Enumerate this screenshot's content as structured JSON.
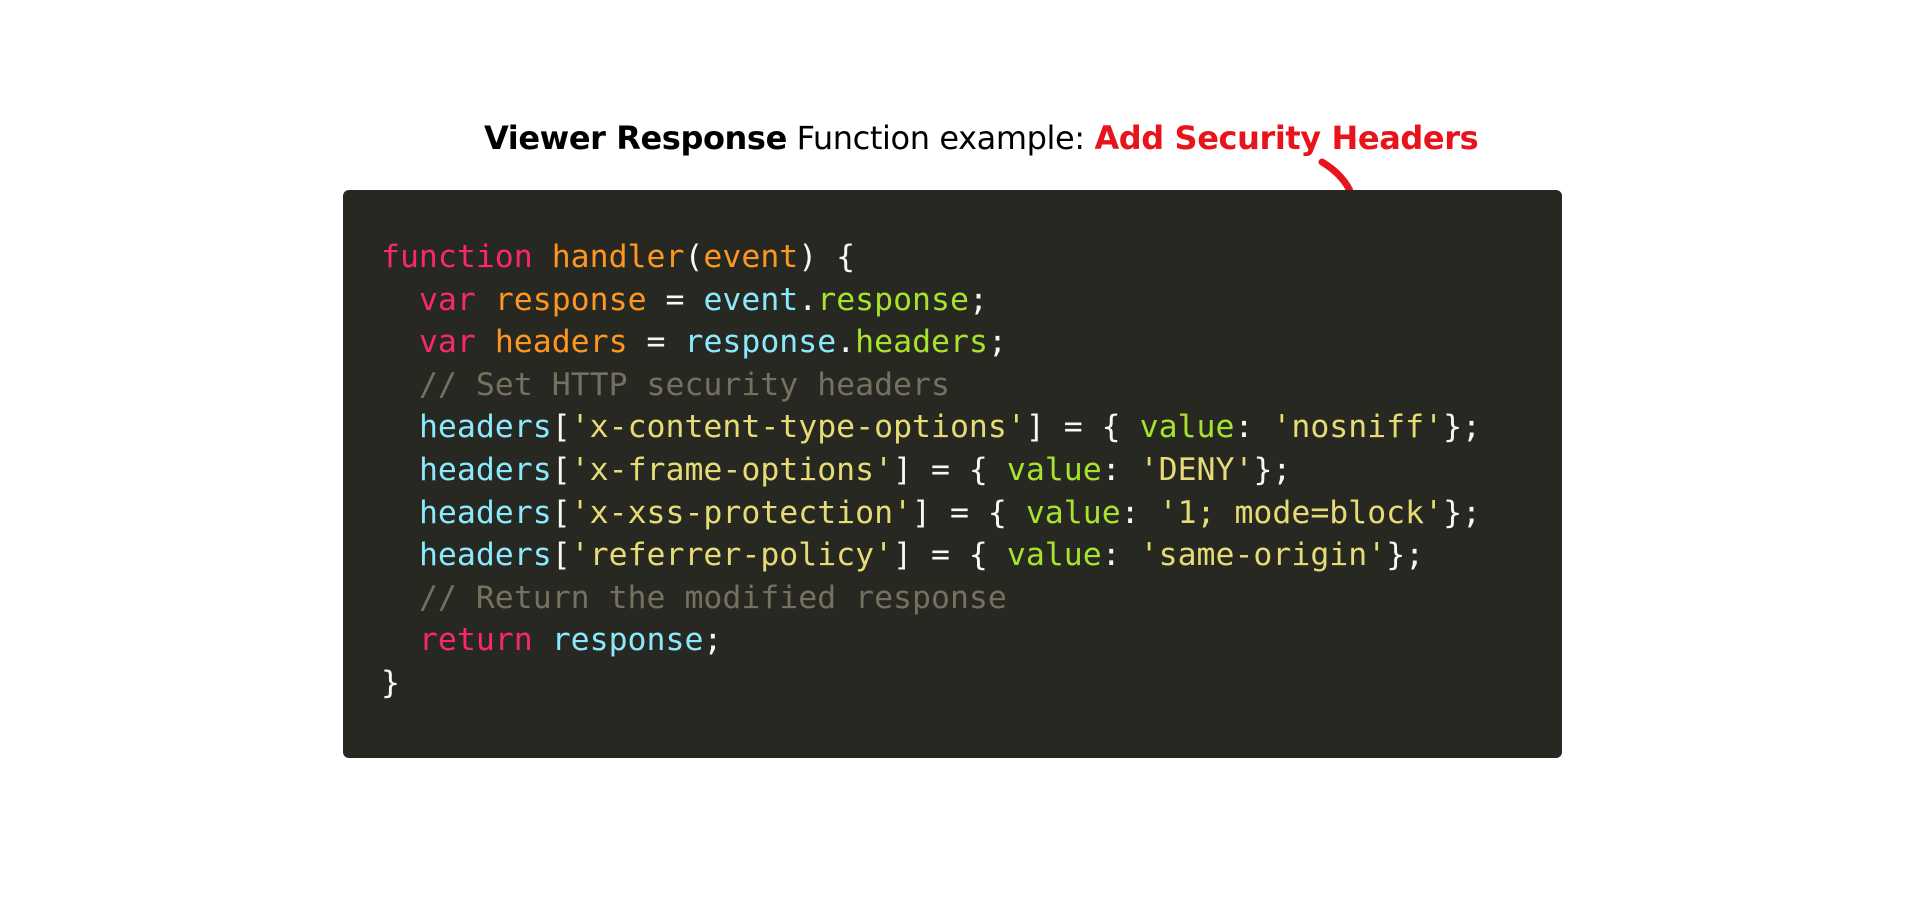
{
  "caption": {
    "part1": "Viewer Response",
    "part2": " Function example: ",
    "part3": "Add Security Headers",
    "accent_color": "#e8141b"
  },
  "code": {
    "background": "#272822",
    "colors": {
      "keyword": "#f92672",
      "name": "#fd971f",
      "ident": "#8be9fd",
      "property": "#a6e22e",
      "string": "#e6db74",
      "comment": "#75715e",
      "plain": "#f8f8f2"
    },
    "lines": [
      [
        [
          "keyword",
          "function"
        ],
        [
          "plain",
          " "
        ],
        [
          "name",
          "handler"
        ],
        [
          "plain",
          "("
        ],
        [
          "name",
          "event"
        ],
        [
          "plain",
          ") {"
        ]
      ],
      [
        [
          "plain",
          "  "
        ],
        [
          "keyword",
          "var"
        ],
        [
          "plain",
          " "
        ],
        [
          "name",
          "response"
        ],
        [
          "plain",
          " = "
        ],
        [
          "ident",
          "event"
        ],
        [
          "plain",
          "."
        ],
        [
          "property",
          "response"
        ],
        [
          "plain",
          ";"
        ]
      ],
      [
        [
          "plain",
          "  "
        ],
        [
          "keyword",
          "var"
        ],
        [
          "plain",
          " "
        ],
        [
          "name",
          "headers"
        ],
        [
          "plain",
          " = "
        ],
        [
          "ident",
          "response"
        ],
        [
          "plain",
          "."
        ],
        [
          "property",
          "headers"
        ],
        [
          "plain",
          ";"
        ]
      ],
      [
        [
          "plain",
          "  "
        ],
        [
          "comment",
          "// Set HTTP security headers"
        ]
      ],
      [
        [
          "plain",
          "  "
        ],
        [
          "ident",
          "headers"
        ],
        [
          "plain",
          "["
        ],
        [
          "string",
          "'x-content-type-options'"
        ],
        [
          "plain",
          "] = { "
        ],
        [
          "property",
          "value"
        ],
        [
          "plain",
          ": "
        ],
        [
          "string",
          "'nosniff'"
        ],
        [
          "plain",
          "};"
        ]
      ],
      [
        [
          "plain",
          "  "
        ],
        [
          "ident",
          "headers"
        ],
        [
          "plain",
          "["
        ],
        [
          "string",
          "'x-frame-options'"
        ],
        [
          "plain",
          "] = { "
        ],
        [
          "property",
          "value"
        ],
        [
          "plain",
          ": "
        ],
        [
          "string",
          "'DENY'"
        ],
        [
          "plain",
          "};"
        ]
      ],
      [
        [
          "plain",
          "  "
        ],
        [
          "ident",
          "headers"
        ],
        [
          "plain",
          "["
        ],
        [
          "string",
          "'x-xss-protection'"
        ],
        [
          "plain",
          "] = { "
        ],
        [
          "property",
          "value"
        ],
        [
          "plain",
          ": "
        ],
        [
          "string",
          "'1; mode=block'"
        ],
        [
          "plain",
          "};"
        ]
      ],
      [
        [
          "plain",
          "  "
        ],
        [
          "ident",
          "headers"
        ],
        [
          "plain",
          "["
        ],
        [
          "string",
          "'referrer-policy'"
        ],
        [
          "plain",
          "] = { "
        ],
        [
          "property",
          "value"
        ],
        [
          "plain",
          ": "
        ],
        [
          "string",
          "'same-origin'"
        ],
        [
          "plain",
          "};"
        ]
      ],
      [
        [
          "plain",
          "  "
        ],
        [
          "comment",
          "// Return the modified response"
        ]
      ],
      [
        [
          "plain",
          "  "
        ],
        [
          "keyword",
          "return"
        ],
        [
          "plain",
          " "
        ],
        [
          "ident",
          "response"
        ],
        [
          "plain",
          ";"
        ]
      ],
      [
        [
          "plain",
          "}"
        ]
      ]
    ]
  }
}
